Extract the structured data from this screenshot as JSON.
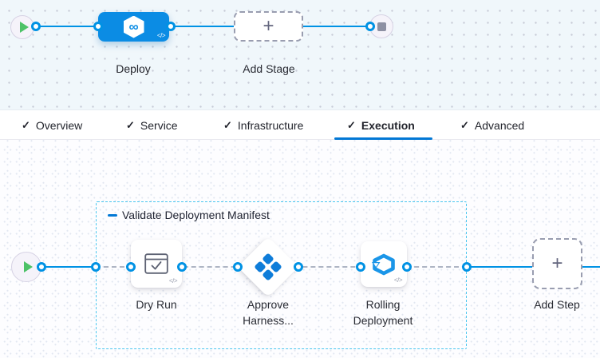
{
  "colors": {
    "connector_blue": "#0092e4",
    "stage_card_blue": "#0b8ce4",
    "tab_underline_blue": "#0278d5",
    "group_border_cyan": "#49c6ef",
    "play_green": "#4dc267",
    "stop_gray": "#8d90a3",
    "dashed_connector_gray": "#aeb5c4"
  },
  "stage_canvas": {
    "start_icon": "play-icon",
    "end_icon": "stop-icon",
    "deploy": {
      "label": "Deploy",
      "icon": "harness-hexagon-infinity-icon",
      "infinity_glyph": "∞",
      "code_badge": "</>"
    },
    "add_stage": {
      "label": "Add Stage",
      "plus": "+"
    }
  },
  "tab_bar": {
    "check": "✓",
    "active_tab": "Execution",
    "tabs": [
      {
        "label": "Overview"
      },
      {
        "label": "Service"
      },
      {
        "label": "Infrastructure"
      },
      {
        "label": "Execution"
      },
      {
        "label": "Advanced"
      }
    ]
  },
  "execution_canvas": {
    "step_group": {
      "label": "Validate Deployment Manifest",
      "collapse_icon": "minus-collapse-icon"
    },
    "steps": [
      {
        "label": "Dry Run",
        "icon": "dry-run-check-icon",
        "code_badge": "</>"
      },
      {
        "label": "Approve Harness...",
        "icon": "harness-approval-diamonds-icon"
      },
      {
        "label": "Rolling Deployment",
        "icon": "rolling-deployment-hexagon-icon",
        "code_badge": "</>"
      }
    ],
    "add_step": {
      "label": "Add Step",
      "plus": "+"
    }
  }
}
